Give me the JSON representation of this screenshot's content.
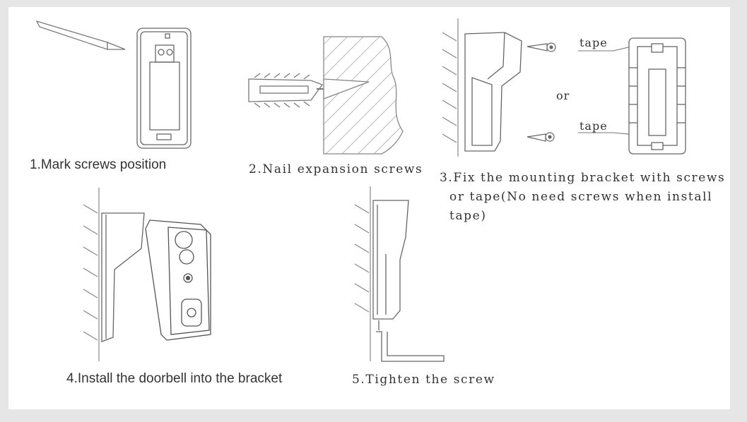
{
  "steps": [
    {
      "caption": "1.Mark screws position"
    },
    {
      "caption": "2.Nail expansion screws"
    },
    {
      "caption_lines": [
        "3.Fix the mounting bracket with screws",
        "  or tape(No need screws when install",
        "  tape)"
      ]
    },
    {
      "caption": "4.Install the doorbell into the bracket"
    },
    {
      "caption": "5.Tighten the screw"
    }
  ],
  "labels": {
    "tape_top": "tape",
    "or": "or",
    "tape_bottom": "tape"
  }
}
